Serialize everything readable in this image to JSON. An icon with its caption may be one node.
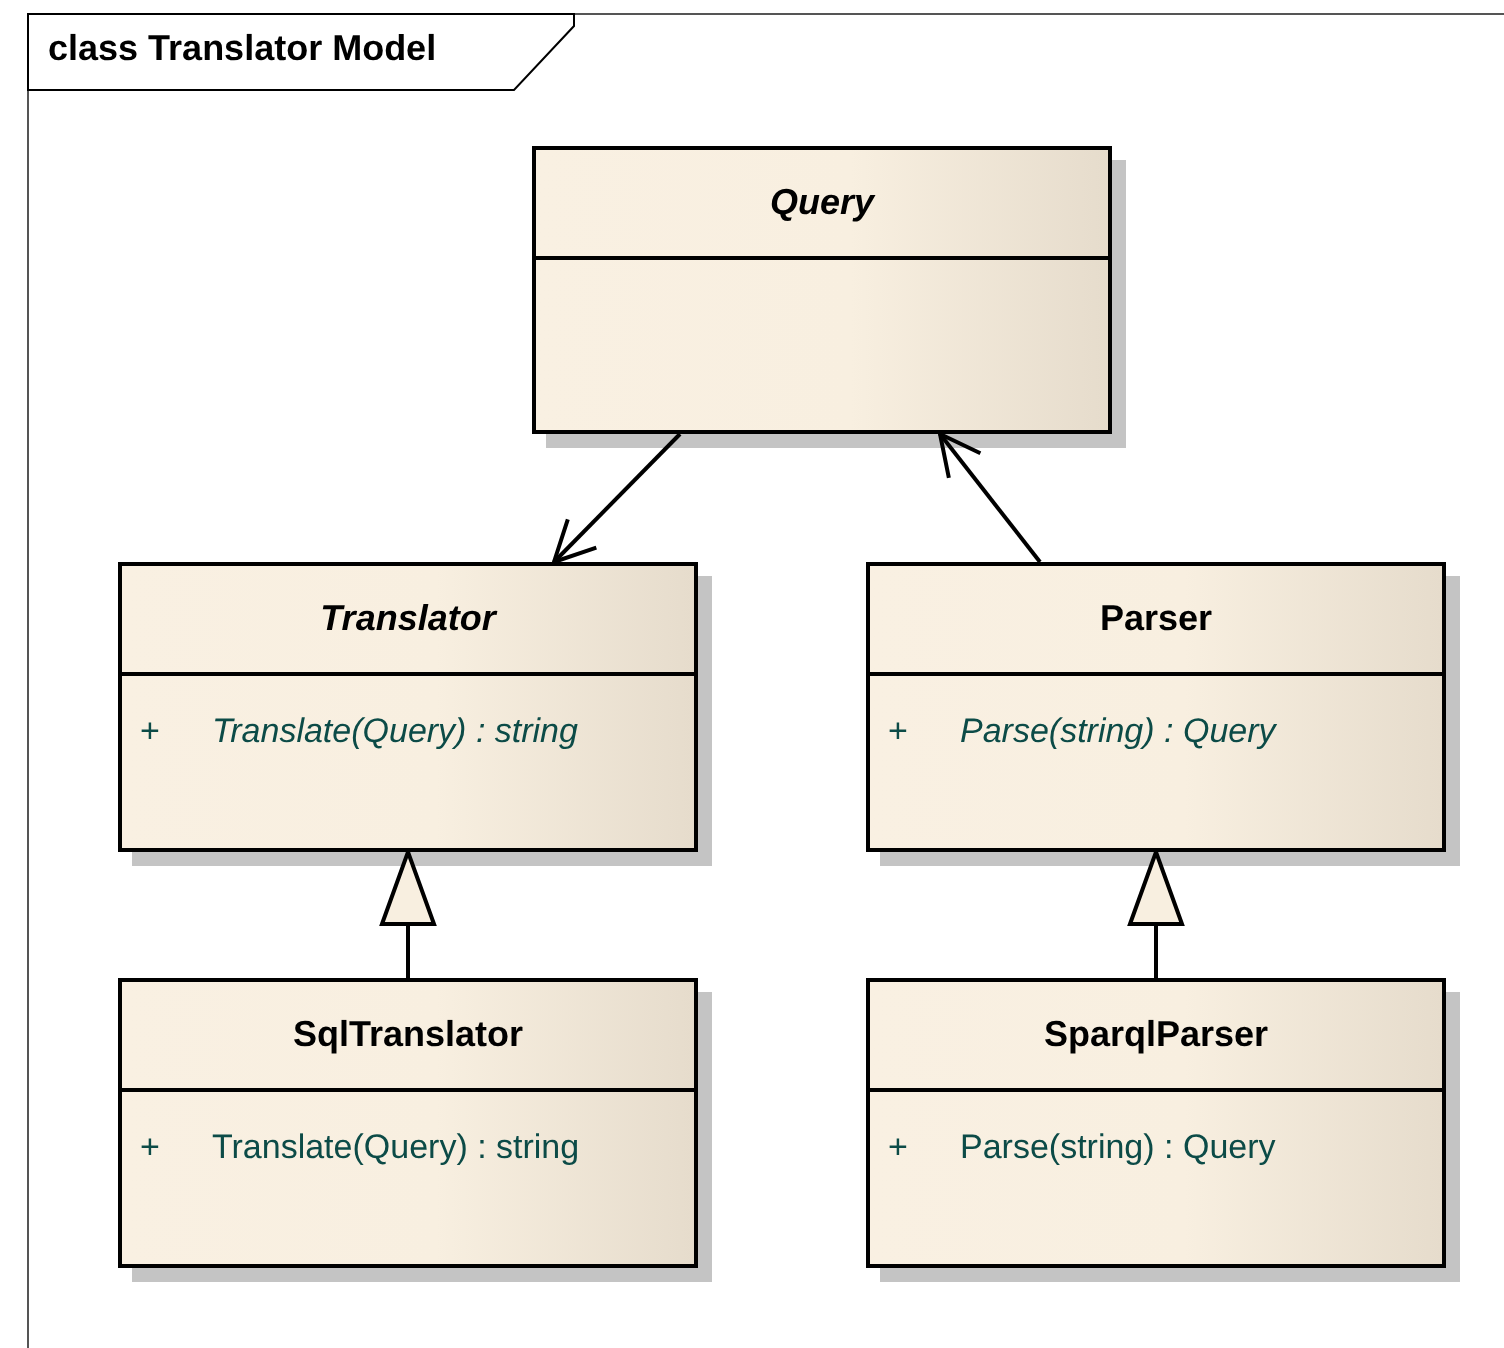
{
  "diagram": {
    "title": "class Translator Model",
    "nodes": [
      {
        "text": [
          "Query"
        ]
      },
      {
        "text": [
          "Translator",
          "+",
          "Translate(Query) : string"
        ]
      },
      {
        "text": [
          "Parser",
          "+",
          "Parse(string) : Query"
        ]
      },
      {
        "text": [
          "SqlTranslator",
          "+",
          "Translate(Query) : string"
        ]
      },
      {
        "text": [
          "SparqlParser",
          "+",
          "Parse(string) : Query"
        ]
      }
    ],
    "edges": [
      {
        "from": 0,
        "to": 1,
        "arrow": "to"
      },
      {
        "from": 2,
        "to": 0,
        "arrow": "to"
      },
      {
        "from": 3,
        "to": 1,
        "arrow": "to"
      },
      {
        "from": 4,
        "to": 2,
        "arrow": "to"
      }
    ]
  }
}
